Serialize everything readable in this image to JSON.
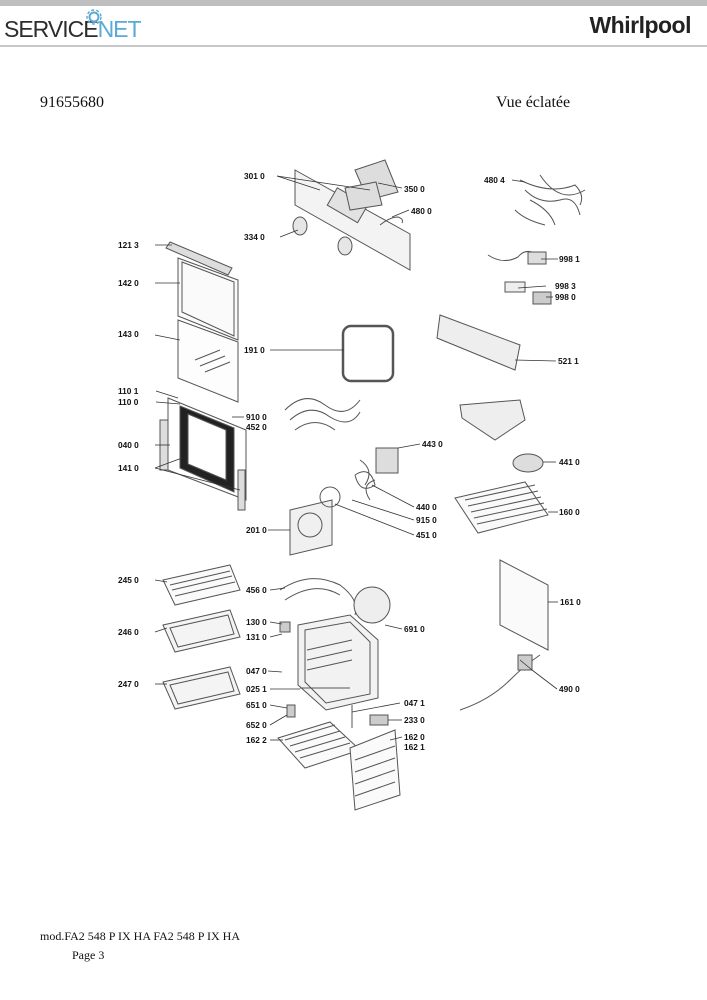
{
  "header": {
    "brand_left_a": "SERVICE",
    "brand_left_b": "NET",
    "brand_right": "Whirlpool"
  },
  "document": {
    "number": "91655680",
    "title": "Vue éclatée"
  },
  "parts": [
    {
      "code": "301 0"
    },
    {
      "code": "350 0"
    },
    {
      "code": "480 0"
    },
    {
      "code": "334 0"
    },
    {
      "code": "480 4"
    },
    {
      "code": "998 1"
    },
    {
      "code": "998 3"
    },
    {
      "code": "998 0"
    },
    {
      "code": "521 1"
    },
    {
      "code": "121 3"
    },
    {
      "code": "142 0"
    },
    {
      "code": "143 0"
    },
    {
      "code": "191 0"
    },
    {
      "code": "110 1"
    },
    {
      "code": "110 0"
    },
    {
      "code": "910 0"
    },
    {
      "code": "452 0"
    },
    {
      "code": "040 0"
    },
    {
      "code": "443 0"
    },
    {
      "code": "441 0"
    },
    {
      "code": "141 0"
    },
    {
      "code": "440 0"
    },
    {
      "code": "915 0"
    },
    {
      "code": "160 0"
    },
    {
      "code": "201 0"
    },
    {
      "code": "451 0"
    },
    {
      "code": "245 0"
    },
    {
      "code": "456 0"
    },
    {
      "code": "161 0"
    },
    {
      "code": "246 0"
    },
    {
      "code": "130 0"
    },
    {
      "code": "131 0"
    },
    {
      "code": "691 0"
    },
    {
      "code": "047 0"
    },
    {
      "code": "247 0"
    },
    {
      "code": "025 1"
    },
    {
      "code": "490 0"
    },
    {
      "code": "651 0"
    },
    {
      "code": "047 1"
    },
    {
      "code": "233 0"
    },
    {
      "code": "652 0"
    },
    {
      "code": "162 0"
    },
    {
      "code": "162 2"
    },
    {
      "code": "162 1"
    }
  ],
  "footer": {
    "model": "mod.FA2 548 P IX HA FA2 548 P IX HA",
    "page": "Page 3"
  }
}
